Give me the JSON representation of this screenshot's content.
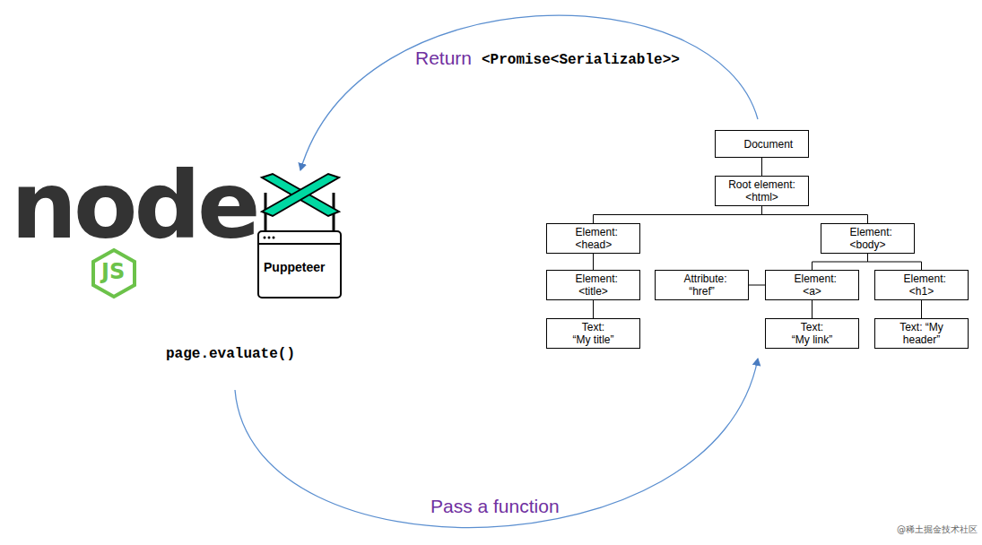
{
  "diagram": {
    "nodes": [
      {
        "text": [
          "Document"
        ]
      },
      {
        "text": [
          "Root element: <html>"
        ]
      },
      {
        "text": [
          "Element: <head>"
        ]
      },
      {
        "text": [
          "Element: <body>"
        ]
      },
      {
        "text": [
          "Element: <title>"
        ]
      },
      {
        "text": [
          "Attribute: “href”"
        ]
      },
      {
        "text": [
          "Element: <a>"
        ]
      },
      {
        "text": [
          "Element: <h1>"
        ]
      },
      {
        "text": [
          "Text: “My title”"
        ]
      },
      {
        "text": [
          "Text: “My link”"
        ]
      },
      {
        "text": [
          "Text: “My header”"
        ]
      }
    ],
    "edges": [
      {
        "from": 0,
        "to": 1,
        "arrow": "none"
      },
      {
        "from": 1,
        "to": 2,
        "arrow": "none"
      },
      {
        "from": 1,
        "to": 3,
        "arrow": "none"
      },
      {
        "from": 2,
        "to": 4,
        "arrow": "none"
      },
      {
        "from": 4,
        "to": 8,
        "arrow": "none"
      },
      {
        "from": 3,
        "to": 6,
        "arrow": "none"
      },
      {
        "from": 3,
        "to": 7,
        "arrow": "none"
      },
      {
        "from": 6,
        "to": 5,
        "arrow": "none"
      },
      {
        "from": 6,
        "to": 9,
        "arrow": "none"
      },
      {
        "from": 7,
        "to": 10,
        "arrow": "none"
      }
    ],
    "labels": [
      "node",
      "JS",
      "Puppeteer",
      "page.evaluate()",
      "Return",
      "<Promise<Serializable>>",
      "Pass a function",
      "@稀土掘金技术社区"
    ]
  }
}
